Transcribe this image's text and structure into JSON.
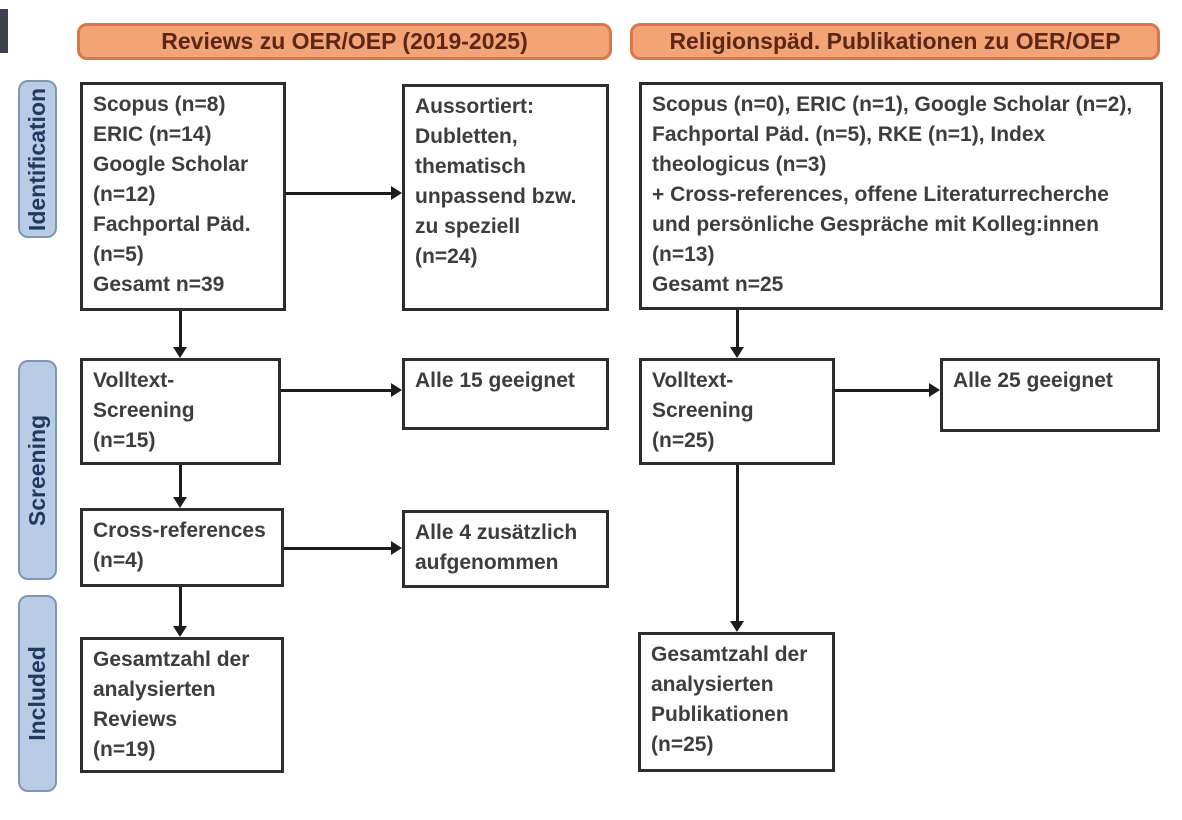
{
  "palette": {
    "header_fill": "#f2a477",
    "header_border": "#d97747",
    "header_text": "#5c2717",
    "stage_fill": "#b9cce6",
    "stage_border": "#8096b3",
    "stage_text": "#1e3a60",
    "box_bg": "#fefefe",
    "box_border": "#2d2d2d",
    "box_text": "#3d3d3d",
    "arrow_color": "#1c1c1c",
    "page_bg": "#ffffff"
  },
  "headers": {
    "left": "Reviews zu OER/OEP (2019-2025)",
    "right": "Religionspäd. Publikationen zu OER/OEP"
  },
  "stages": {
    "identification": "Identification",
    "screening": "Screening",
    "included": "Included"
  },
  "left_flow": {
    "sources": "Scopus (n=8)\nERIC (n=14)\nGoogle Scholar\n(n=12)\nFachportal Päd.\n(n=5)\nGesamt n=39",
    "excluded": "Aussortiert:\nDubletten,\nthematisch\nunpassend bzw.\nzu speziell\n(n=24)",
    "fulltext": "Volltext-\nScreening\n(n=15)",
    "eligible": "Alle 15 geeignet",
    "crossref": "Cross-references\n(n=4)",
    "added": "Alle 4 zusätzlich\naufgenommen",
    "total": "Gesamtzahl der\nanalysierten\nReviews\n(n=19)"
  },
  "right_flow": {
    "sources": "Scopus (n=0), ERIC (n=1), Google Scholar (n=2), Fachportal Päd. (n=5), RKE (n=1), Index theologicus (n=3)\n+ Cross-references, offene Literaturrecherche und persönliche Gespräche mit Kolleg:innen (n=13)\nGesamt n=25",
    "fulltext": "Volltext-\nScreening\n(n=25)",
    "eligible": "Alle 25 geeignet",
    "total": "Gesamtzahl der\nanalysierten\nPublikationen\n(n=25)"
  }
}
